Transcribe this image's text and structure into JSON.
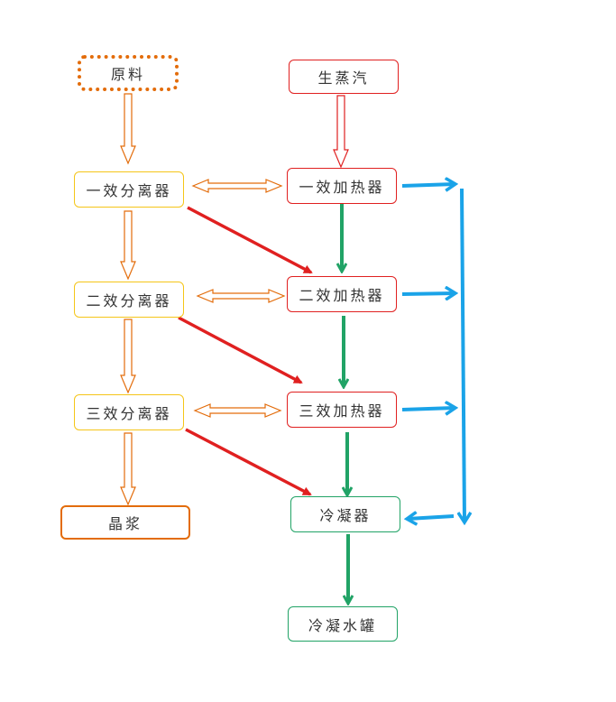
{
  "nodes": {
    "raw_material": "原料",
    "live_steam": "生蒸汽",
    "sep1": "一效分离器",
    "heater1": "一效加热器",
    "sep2": "二效分离器",
    "heater2": "二效加热器",
    "sep3": "三效分离器",
    "heater3": "三效加热器",
    "slurry": "晶浆",
    "condenser": "冷凝器",
    "condensate_tank": "冷凝水罐"
  },
  "colors": {
    "orange": "#e36c0a",
    "orange_light": "#f5c518",
    "red": "#e02020",
    "green": "#21a366",
    "blue": "#1aa3e8"
  }
}
